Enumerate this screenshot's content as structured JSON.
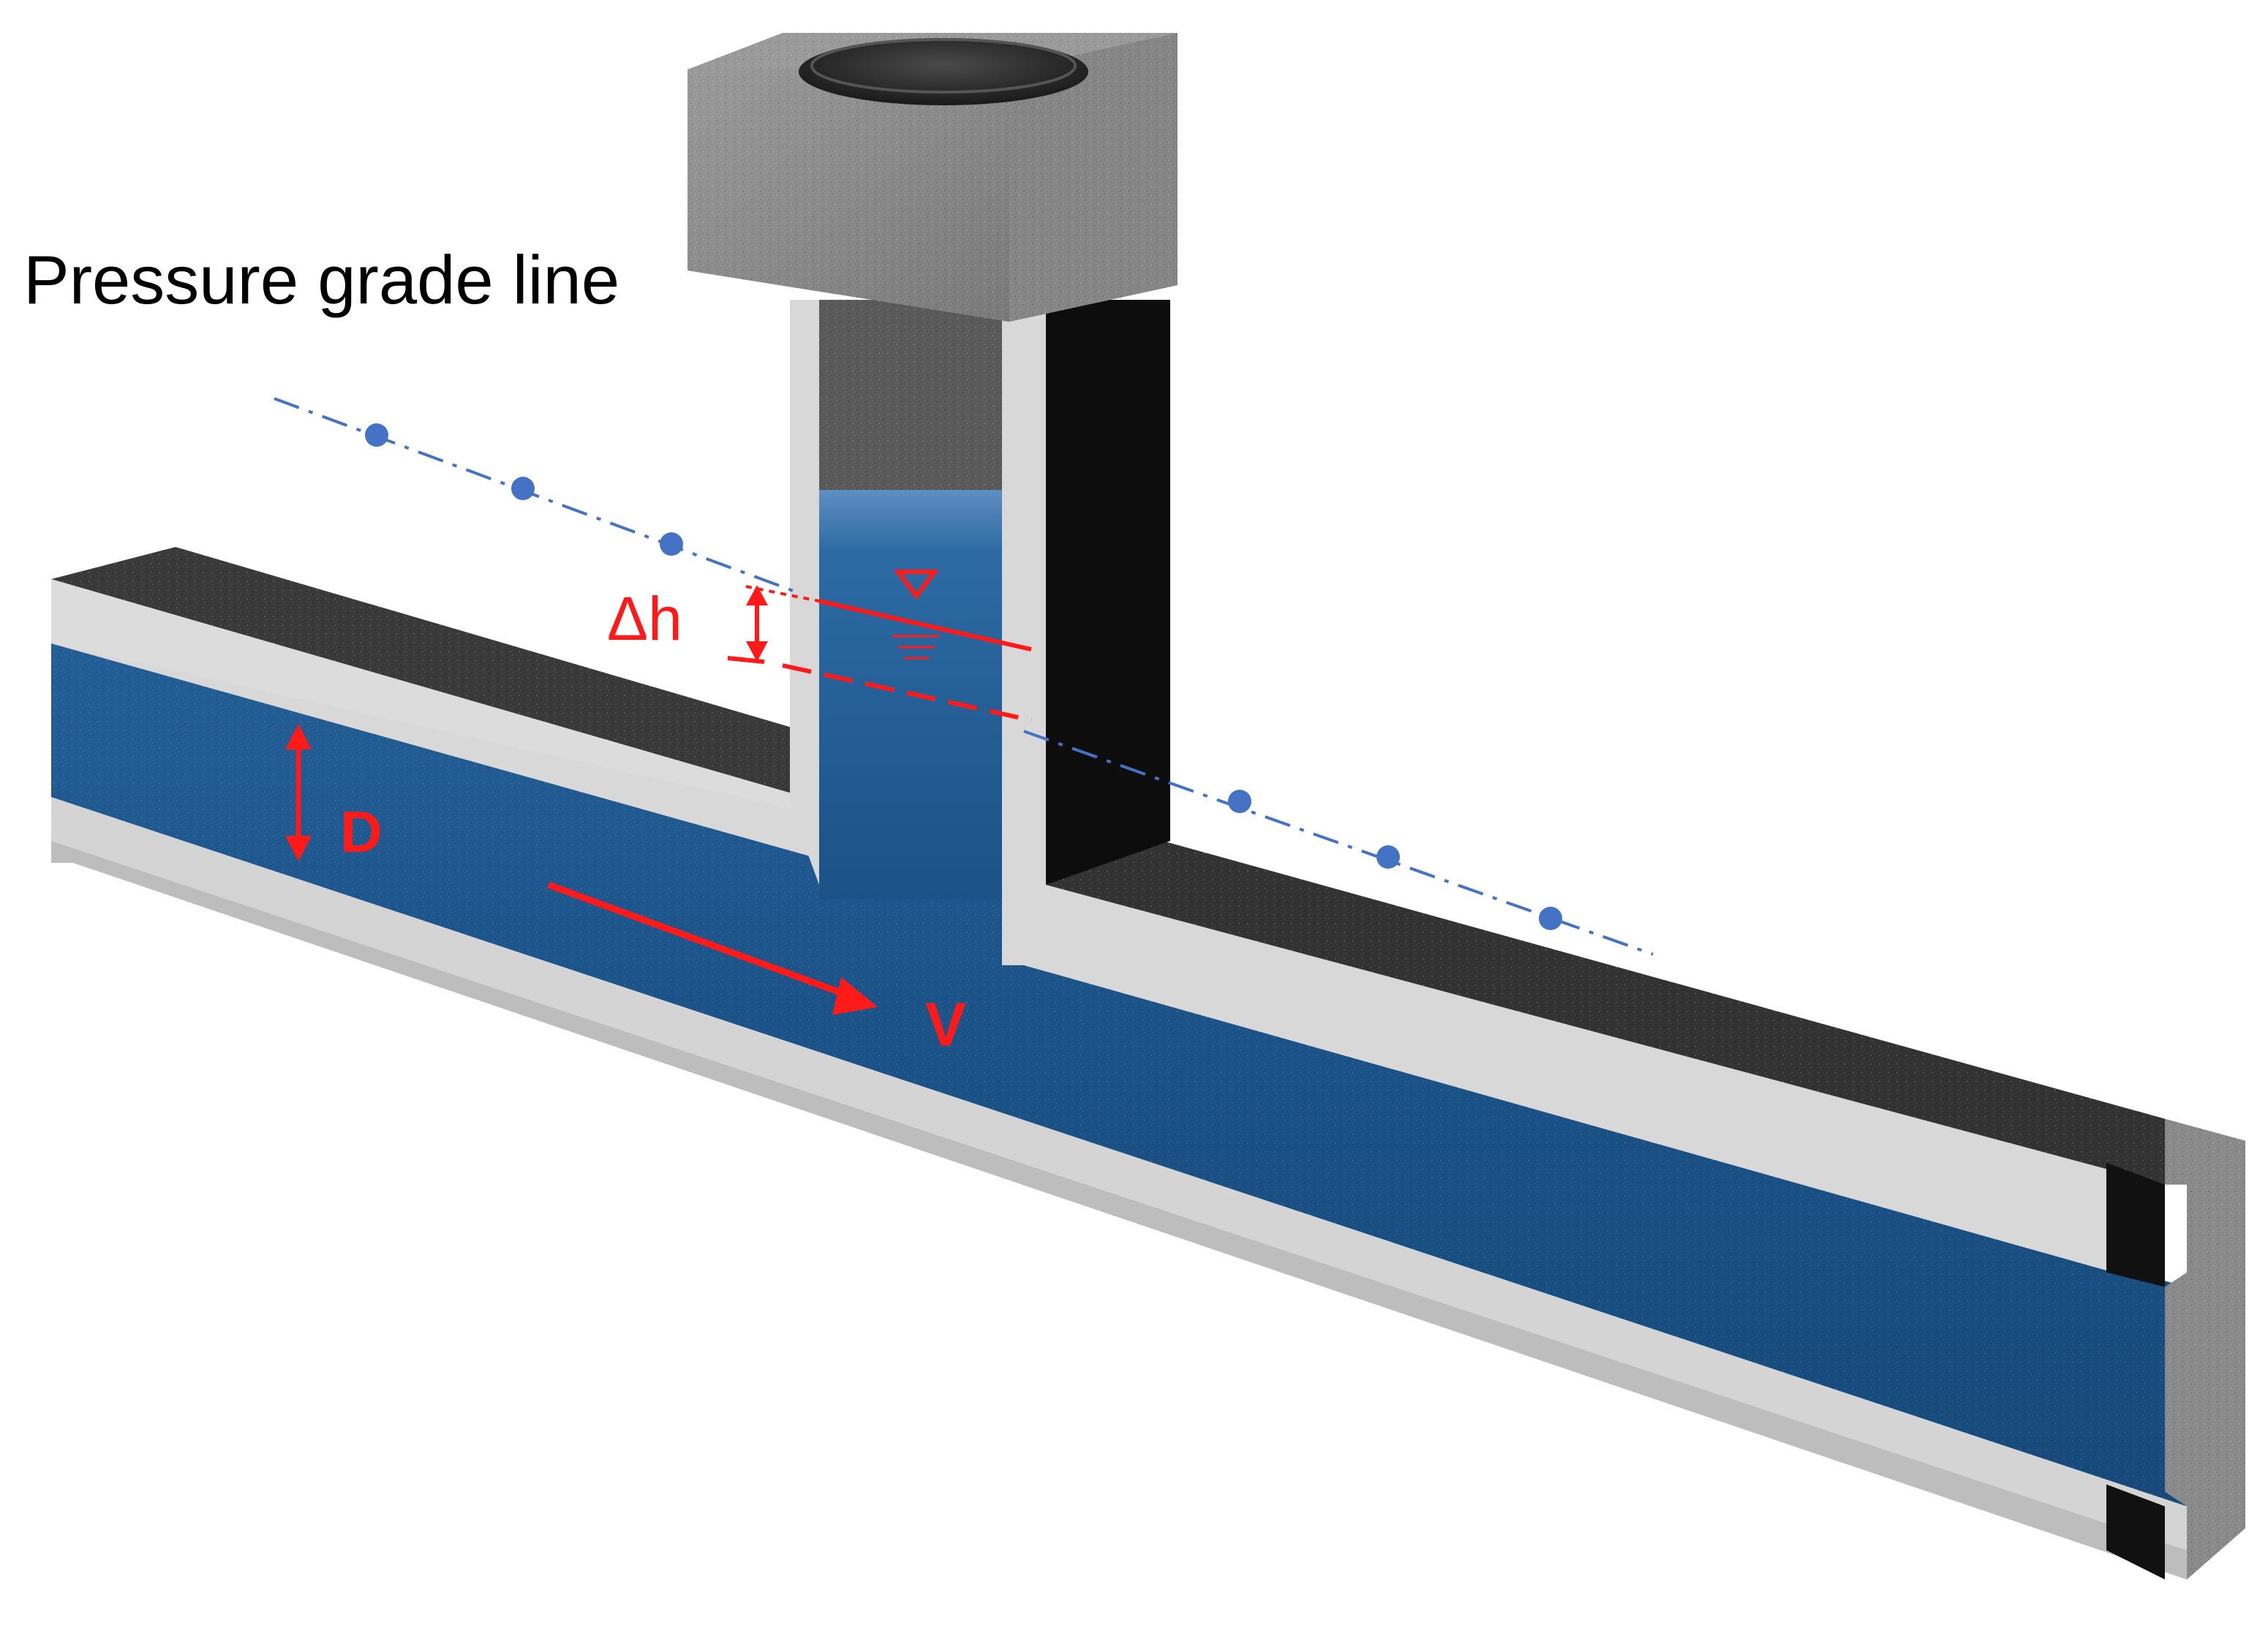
{
  "labels": {
    "pressure_grade_line": "Pressure grade line",
    "delta_h": "Δh",
    "diameter": "D",
    "velocity": "V"
  },
  "colors": {
    "water": "#1f5a8f",
    "water_dark": "#123e68",
    "pipe_wall": "#d6d6d6",
    "pipe_interior": "#3a3a3a",
    "concrete": "#8e8e8e",
    "manhole_cover": "#2a2a2a",
    "annotation_red": "#ff1a1a",
    "grade_line_blue": "#4472c4",
    "text_black": "#000000"
  },
  "icons": {
    "water_surface_marker": "inverted-triangle-icon"
  }
}
